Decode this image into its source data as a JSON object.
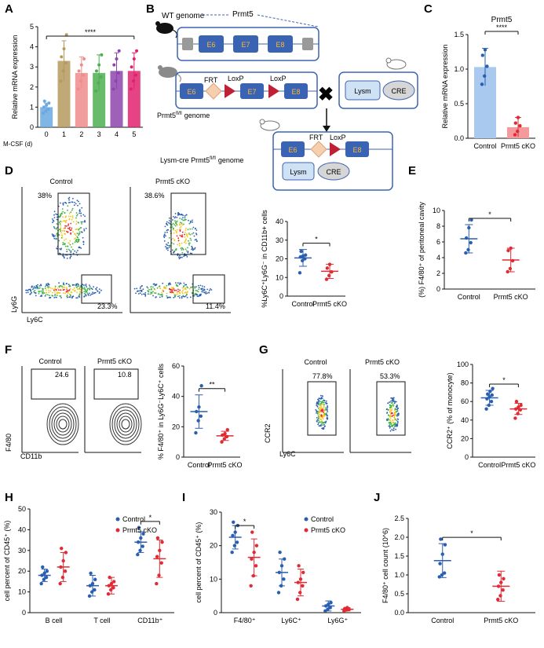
{
  "panel_letters": [
    "A",
    "B",
    "C",
    "D",
    "E",
    "F",
    "G",
    "H",
    "I",
    "J"
  ],
  "colors": {
    "blue": "#2a5fb0",
    "red": "#e02a35",
    "box_blue": "#3b63b3",
    "box_gray": "#9a9a9a",
    "frt": "#f5cfae",
    "loxp": "#c02033",
    "lysm": "#cfe1f4",
    "cre": "#d6d6d6",
    "bar_blue": "#a9c9ee",
    "bar_red": "#f49a9c"
  },
  "panelB": {
    "wt_label": "WT genome",
    "prmt5_label": "Prmt5",
    "exons_wt": [
      "E6",
      "E7",
      "E8"
    ],
    "frt_label": "FRT",
    "loxp_label": "LoxP",
    "exons_flox": [
      "E6",
      "E7",
      "E8"
    ],
    "flox_label_main": "Prmt5",
    "flox_label_sup": "fl/fl",
    "flox_label_tail": "genome",
    "lysm_label": "Lysm",
    "cre_label": "CRE",
    "cross_symbol": "✖",
    "final_exons": [
      "E6",
      "E8"
    ],
    "final_label_main": "Lysm-cre Prmt5",
    "final_label_sup": "fl/fl",
    "final_label_tail": "genome"
  },
  "panelD": {
    "flow_left_title": "Control",
    "flow_right_title": "Prmt5 cKO",
    "left_gate_upper": "38%",
    "left_gate_lower": "23.3%",
    "right_gate_upper": "38.6%",
    "right_gate_lower": "11.4%",
    "y_axis": "Ly6G",
    "x_axis": "Ly6C"
  },
  "panelE": {
    "left_title": "Control",
    "right_title": "Prmt5 cKO",
    "left_gate": "24.6",
    "right_gate": "10.8",
    "y_axis": "F4/80",
    "x_axis": "CD11b"
  },
  "panelG": {
    "left_title": "Control",
    "right_title": "Prmt5 cKO",
    "left_gate": "77.8%",
    "right_gate": "53.3%",
    "y_axis": "CCR2",
    "x_axis": "Ly6C"
  },
  "chart_data": [
    {
      "id": "A",
      "type": "bar",
      "ylabel": "Relative mRNA expression",
      "xlabel_prefix": "M-CSF (d)",
      "categories": [
        "0",
        "1",
        "2",
        "3",
        "4",
        "5"
      ],
      "values": [
        1.0,
        3.3,
        2.7,
        2.7,
        2.8,
        2.8
      ],
      "errors": [
        0.2,
        1.0,
        0.8,
        0.9,
        0.9,
        0.9
      ],
      "points": [
        [
          0.7,
          0.8,
          0.9,
          1.0,
          1.1,
          1.2,
          1.3
        ],
        [
          2.3,
          2.8,
          3.2,
          3.5,
          3.9,
          4.6
        ],
        [
          1.9,
          2.3,
          2.6,
          2.8,
          3.1,
          3.4
        ],
        [
          1.8,
          2.2,
          2.5,
          2.8,
          3.1,
          3.6
        ],
        [
          1.9,
          2.3,
          2.7,
          3.1,
          3.4,
          3.8
        ],
        [
          1.9,
          2.3,
          2.6,
          3.0,
          3.4,
          3.8
        ]
      ],
      "colors": [
        "#6aa9e0",
        "#b59a5e",
        "#f08c8c",
        "#4caf50",
        "#8e44ad",
        "#e0226e"
      ],
      "ylim": [
        0,
        5
      ],
      "yticks": [
        0,
        1,
        2,
        3,
        4,
        5
      ],
      "sig": "****"
    },
    {
      "id": "C",
      "type": "bar",
      "title": "Prmt5",
      "ylabel": "Relative mRNA expression",
      "categories": [
        "Control",
        "Prmt5 cKO"
      ],
      "values": [
        1.03,
        0.16
      ],
      "errors": [
        0.27,
        0.14
      ],
      "points": [
        [
          0.78,
          0.9,
          1.04,
          1.2,
          1.28
        ],
        [
          0.05,
          0.1,
          0.18,
          0.22,
          0.3
        ]
      ],
      "ylim": [
        0,
        1.5
      ],
      "yticks": [
        0.0,
        0.5,
        1.0,
        1.5
      ],
      "sig": "****"
    },
    {
      "id": "D",
      "type": "scatter",
      "ylabel": "%Ly6C⁺Ly6G⁻ in CD11b+ cells",
      "categories": [
        "Control",
        "Prmt5 cKO"
      ],
      "means": [
        20.5,
        13.3
      ],
      "sds": [
        4.5,
        3.8
      ],
      "points": [
        [
          12.5,
          19,
          20,
          21,
          21.5,
          22,
          24
        ],
        [
          9,
          11,
          13,
          15,
          17
        ]
      ],
      "ylim": [
        0,
        40
      ],
      "yticks": [
        0,
        10,
        20,
        30,
        40
      ],
      "sig": "*"
    },
    {
      "id": "F",
      "type": "scatter",
      "ylabel": "(%) F4/80⁺ of peritoneal cavity",
      "categories": [
        "Control",
        "Prmt5 cKO"
      ],
      "means": [
        6.4,
        3.7
      ],
      "sds": [
        1.8,
        1.5
      ],
      "points": [
        [
          4.6,
          5.0,
          5.9,
          6.5,
          7.8,
          8.8
        ],
        [
          2.2,
          2.6,
          3.6,
          4.9,
          5.2
        ]
      ],
      "ylim": [
        0,
        10
      ],
      "yticks": [
        0,
        2,
        4,
        6,
        8,
        10
      ],
      "sig": "*"
    },
    {
      "id": "E",
      "type": "scatter",
      "ylabel": "% F4/80⁺ in Ly6G⁻Ly6C⁺ cells",
      "categories": [
        "Control",
        "Prmt5 cKO"
      ],
      "means": [
        30,
        14
      ],
      "sds": [
        11,
        3
      ],
      "points": [
        [
          16,
          24,
          27,
          30,
          33,
          47
        ],
        [
          10,
          12,
          13.5,
          14.5,
          15.5,
          18
        ]
      ],
      "ylim": [
        0,
        60
      ],
      "yticks": [
        0,
        20,
        40,
        60
      ],
      "sig": "**"
    },
    {
      "id": "G",
      "type": "scatter",
      "ylabel": "CCR2⁺ (% of monocyte)",
      "categories": [
        "Control",
        "Prmt5 cKO"
      ],
      "means": [
        64,
        52
      ],
      "sds": [
        8,
        6
      ],
      "points": [
        [
          52,
          56,
          60,
          63,
          65,
          67,
          68,
          71,
          74
        ],
        [
          42,
          47,
          51,
          52,
          54,
          56,
          60
        ]
      ],
      "ylim": [
        0,
        100
      ],
      "yticks": [
        0,
        20,
        40,
        60,
        80,
        100
      ],
      "sig": "*"
    },
    {
      "id": "H",
      "type": "scatter",
      "ylabel": "cell percent of CD45⁺ (%)",
      "categories": [
        "B cell",
        "T cell",
        "CD11b⁺"
      ],
      "series": [
        {
          "name": "Control",
          "means": [
            18,
            13,
            34
          ],
          "sds": [
            3,
            5,
            5
          ],
          "points": [
            [
              14,
              16,
              17,
              18,
              19,
              20,
              22
            ],
            [
              8,
              10,
              11,
              13,
              14,
              16,
              19
            ],
            [
              28,
              30,
              32,
              34,
              36,
              38,
              41
            ]
          ]
        },
        {
          "name": "Prmt5 cKO",
          "means": [
            22,
            13,
            26
          ],
          "sds": [
            7,
            4,
            9
          ],
          "points": [
            [
              14,
              17,
              20,
              22,
              25,
              29,
              31
            ],
            [
              9,
              11,
              12,
              13,
              14,
              15,
              17
            ],
            [
              14,
              18,
              24,
              27,
              30,
              34,
              36
            ]
          ]
        }
      ],
      "ylim": [
        0,
        50
      ],
      "yticks": [
        0,
        10,
        20,
        30,
        40,
        50
      ],
      "sig": "*"
    },
    {
      "id": "I",
      "type": "scatter",
      "ylabel": "cell percent of CD45⁺ (%)",
      "categories": [
        "F4/80⁺",
        "Ly6C⁺",
        "Ly6G⁺"
      ],
      "series": [
        {
          "name": "Control",
          "means": [
            22.5,
            12,
            2
          ],
          "sds": [
            3.5,
            4,
            1.5
          ],
          "points": [
            [
              18,
              20,
              21,
              23,
              24,
              26,
              27
            ],
            [
              6,
              8,
              10,
              12,
              14,
              16,
              18
            ],
            [
              0.5,
              1,
              1.5,
              2,
              2.5,
              3
            ]
          ]
        },
        {
          "name": "Prmt5 cKO",
          "means": [
            16.5,
            9,
            1
          ],
          "sds": [
            5.5,
            4,
            0.5
          ],
          "points": [
            [
              8,
              11,
              14,
              16,
              18,
              20,
              24
            ],
            [
              4,
              6,
              8,
              9,
              10,
              12,
              14
            ],
            [
              0.5,
              0.8,
              1,
              1.2,
              1.5
            ]
          ]
        }
      ],
      "ylim": [
        0,
        30
      ],
      "yticks": [
        0,
        10,
        20,
        30
      ],
      "sig": "*"
    },
    {
      "id": "J",
      "type": "scatter",
      "ylabel": "F4/80⁺ cell count (10^6)",
      "categories": [
        "Control",
        "Prmt5 cKO"
      ],
      "means": [
        1.38,
        0.7
      ],
      "sds": [
        0.45,
        0.4
      ],
      "points": [
        [
          0.95,
          1.0,
          1.05,
          1.3,
          1.55,
          1.8,
          1.95
        ],
        [
          0.35,
          0.45,
          0.6,
          0.7,
          0.8,
          0.9,
          1.0
        ]
      ],
      "ylim": [
        0,
        2.5
      ],
      "yticks": [
        0.0,
        0.5,
        1.0,
        1.5,
        2.0,
        2.5
      ],
      "sig": "*"
    }
  ]
}
